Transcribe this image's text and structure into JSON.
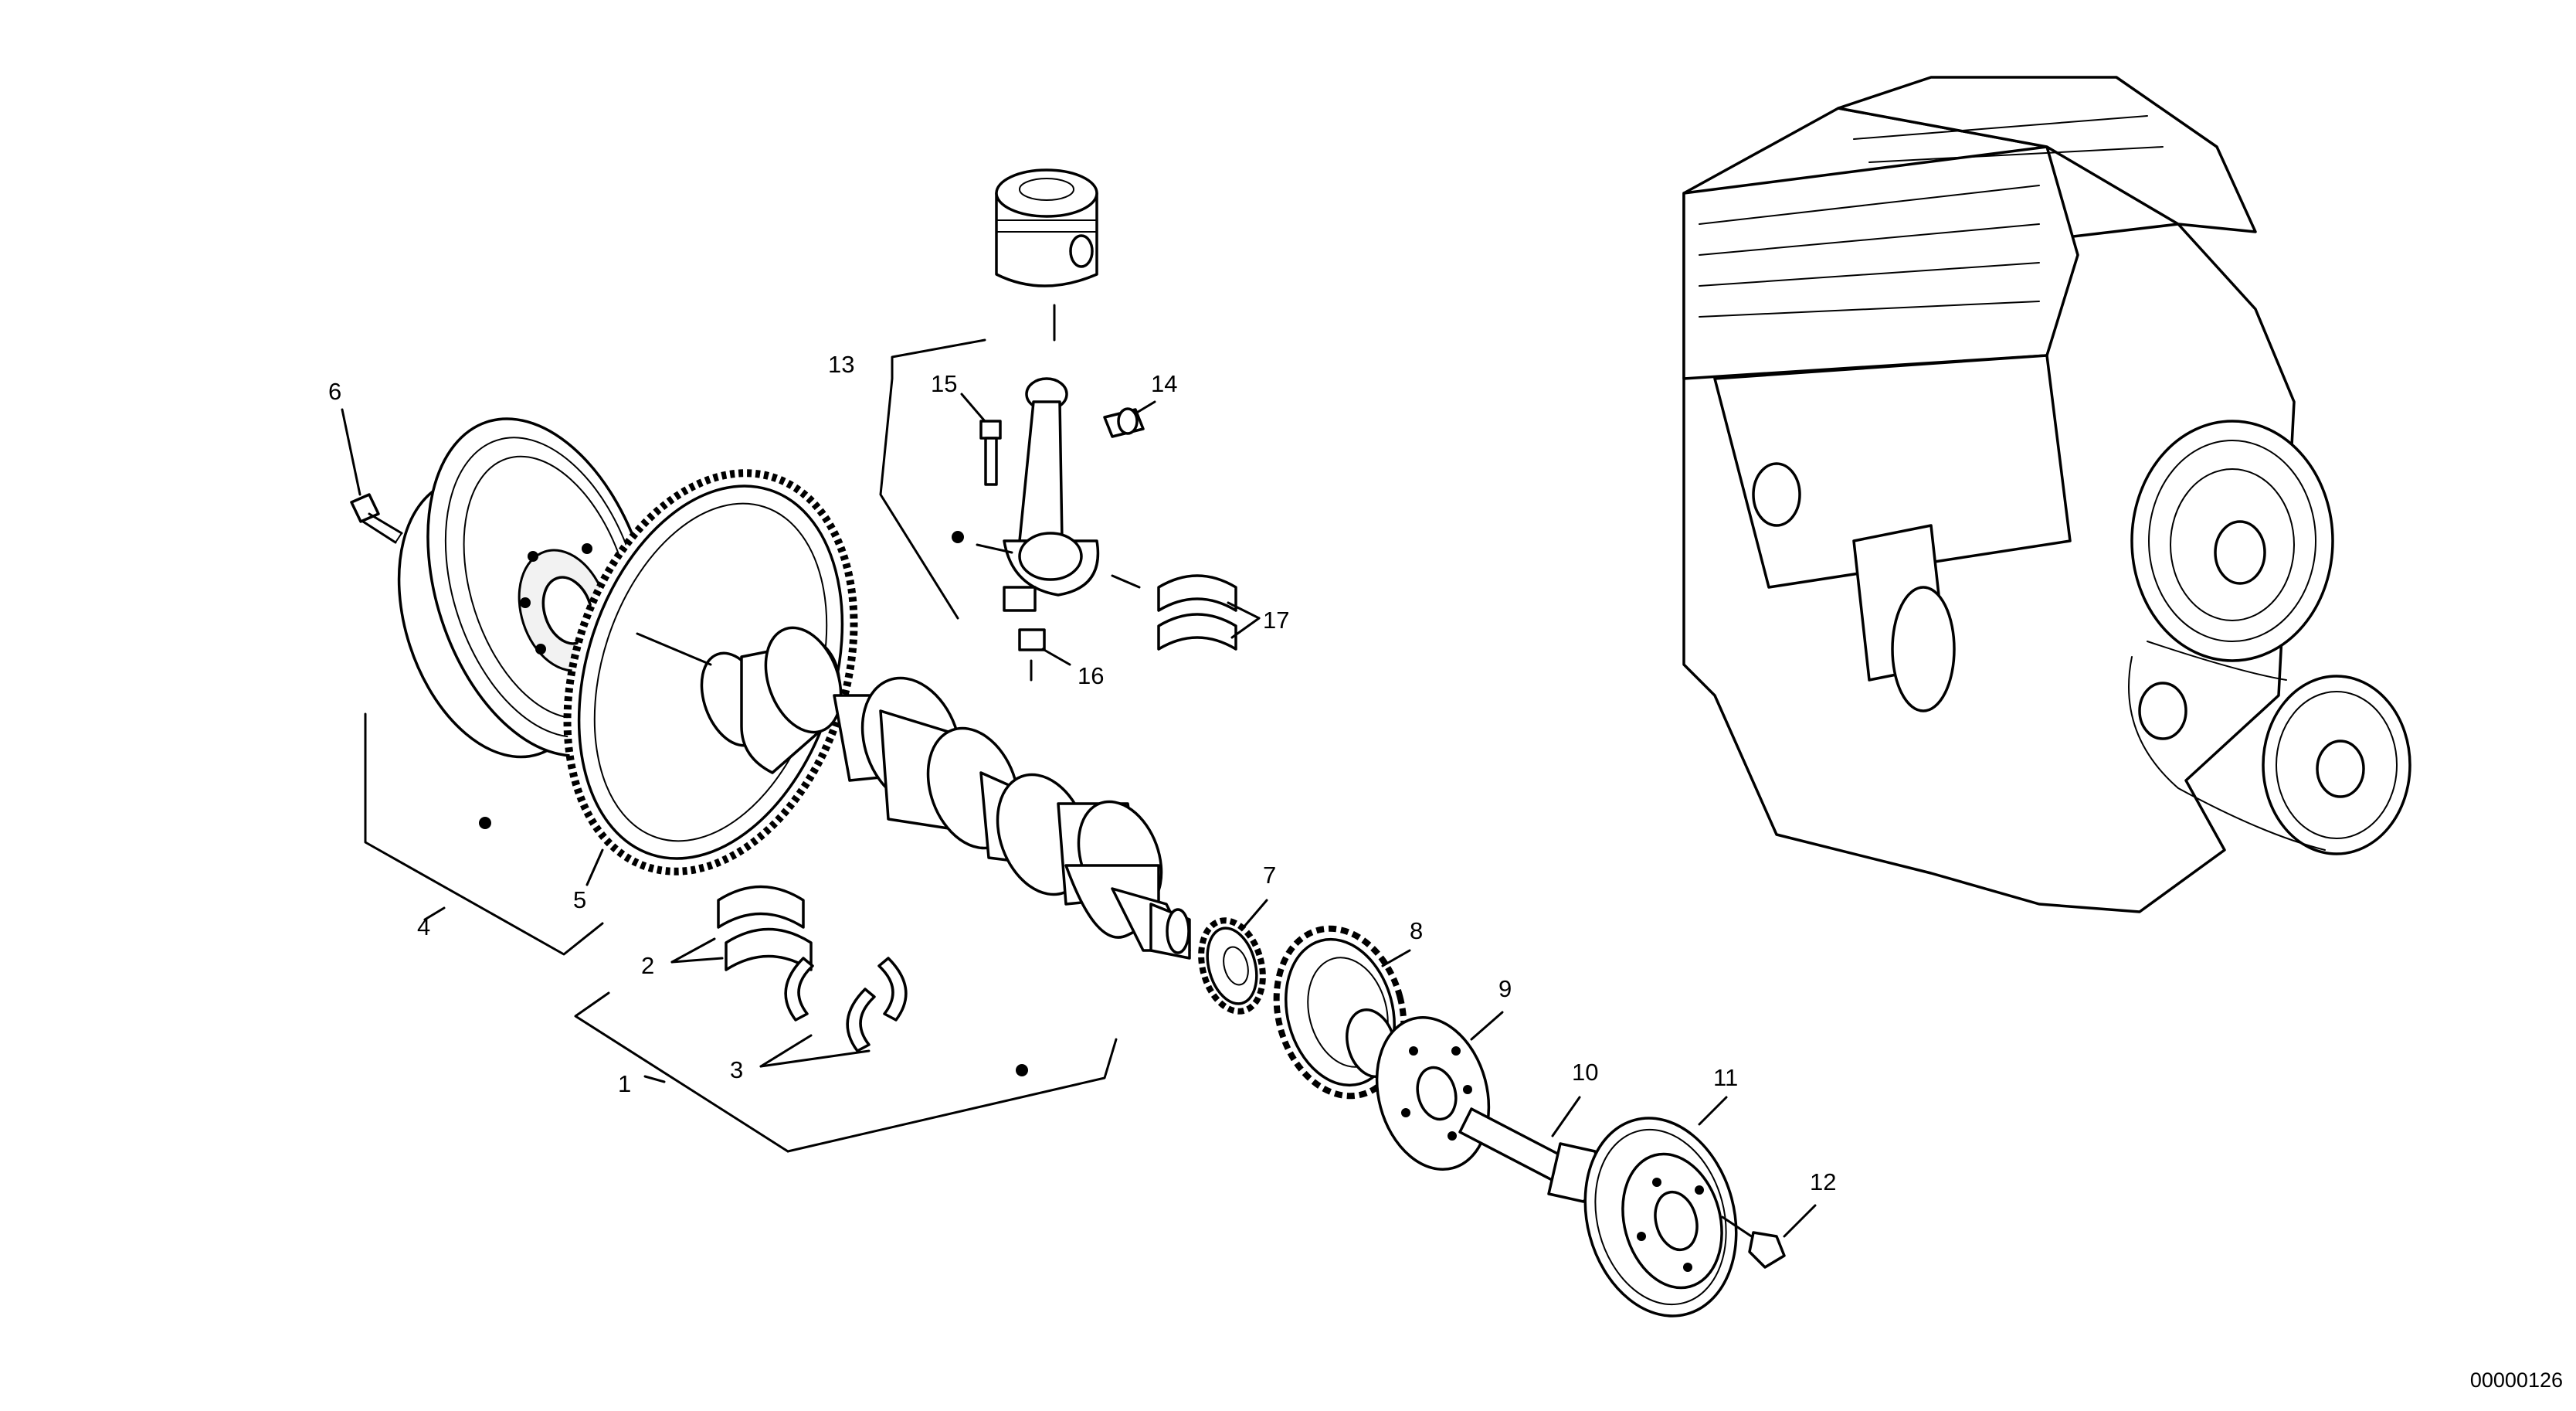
{
  "figure_reference": "00000126",
  "callouts": [
    {
      "id": "1",
      "label": "1"
    },
    {
      "id": "2",
      "label": "2"
    },
    {
      "id": "3",
      "label": "3"
    },
    {
      "id": "4",
      "label": "4"
    },
    {
      "id": "5",
      "label": "5"
    },
    {
      "id": "6",
      "label": "6"
    },
    {
      "id": "7",
      "label": "7"
    },
    {
      "id": "8",
      "label": "8"
    },
    {
      "id": "9",
      "label": "9"
    },
    {
      "id": "10",
      "label": "10"
    },
    {
      "id": "11",
      "label": "11"
    },
    {
      "id": "12",
      "label": "12"
    },
    {
      "id": "13",
      "label": "13"
    },
    {
      "id": "14",
      "label": "14"
    },
    {
      "id": "15",
      "label": "15"
    },
    {
      "id": "16",
      "label": "16"
    },
    {
      "id": "17",
      "label": "17"
    }
  ]
}
